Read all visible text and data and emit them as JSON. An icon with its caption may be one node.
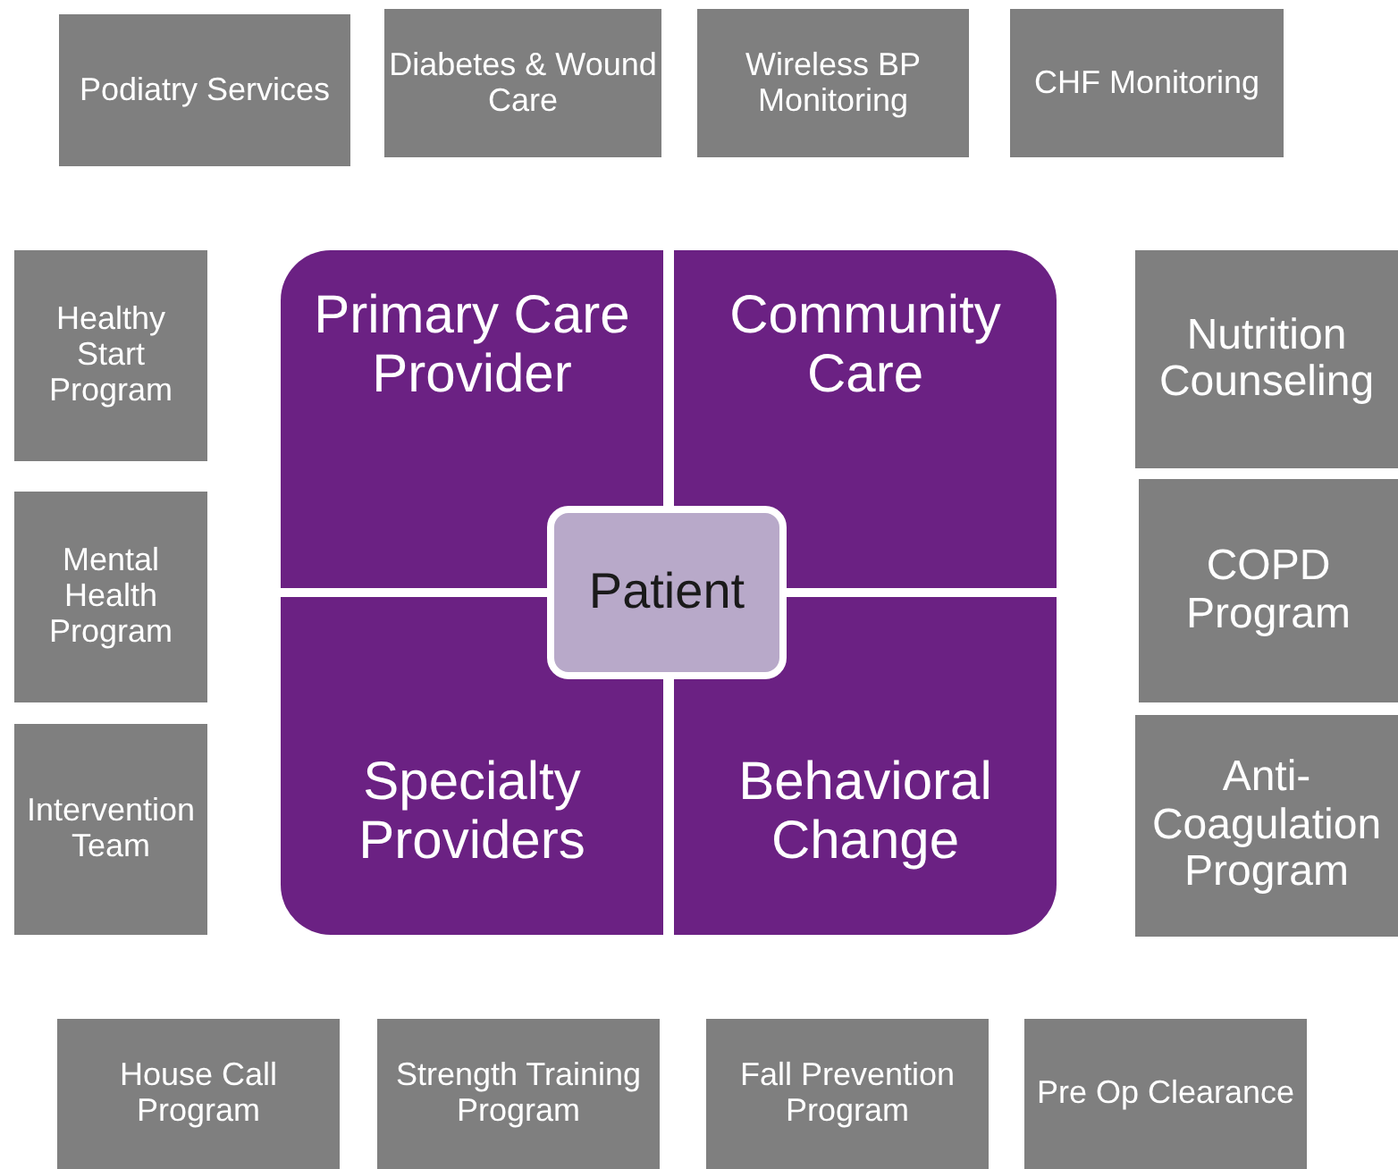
{
  "diagram": {
    "nodes": [
      {
        "text": [
          "Podiatry Services"
        ]
      },
      {
        "text": [
          "Diabetes & Wound Care"
        ]
      },
      {
        "text": [
          "Wireless BP Monitoring"
        ]
      },
      {
        "text": [
          "CHF Monitoring"
        ]
      },
      {
        "text": [
          "Healthy Start Program"
        ]
      },
      {
        "text": [
          "Mental Health Program"
        ]
      },
      {
        "text": [
          "Intervention Team"
        ]
      },
      {
        "text": [
          "Primary Care Provider"
        ]
      },
      {
        "text": [
          "Community Care"
        ]
      },
      {
        "text": [
          "Specialty Providers"
        ]
      },
      {
        "text": [
          "Behavioral Change"
        ]
      },
      {
        "text": [
          "Patient"
        ]
      },
      {
        "text": [
          "Nutrition Counseling"
        ]
      },
      {
        "text": [
          "COPD Program"
        ]
      },
      {
        "text": [
          "Anti-Coagulation Program"
        ]
      },
      {
        "text": [
          "House Call Program"
        ]
      },
      {
        "text": [
          "Strength Training Program"
        ]
      },
      {
        "text": [
          "Fall Prevention Program"
        ]
      },
      {
        "text": [
          "Pre Op Clearance"
        ]
      }
    ],
    "edges": []
  }
}
